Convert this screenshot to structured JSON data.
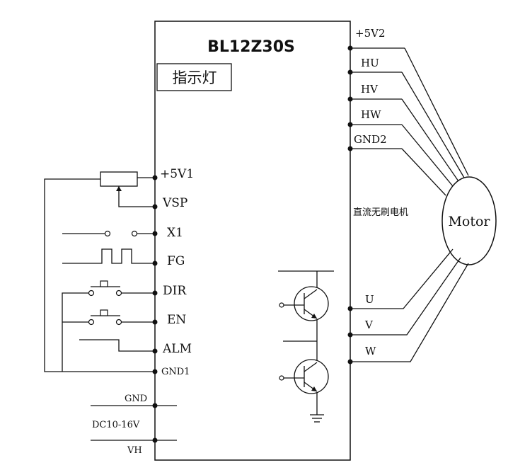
{
  "device": {
    "model": "BL12Z30S",
    "indicator": "指示灯",
    "motor_type": "直流无刷电机"
  },
  "left_pins": [
    "+5V1",
    "VSP",
    "X1",
    "FG",
    "DIR",
    "EN",
    "ALM",
    "GND1"
  ],
  "power_pins": [
    "GND",
    "DC10-16V",
    "VH"
  ],
  "hall_pins": [
    "+5V2",
    "HU",
    "HV",
    "HW",
    "GND2"
  ],
  "phase_pins": [
    "U",
    "V",
    "W"
  ],
  "motor": {
    "label": "Motor"
  }
}
